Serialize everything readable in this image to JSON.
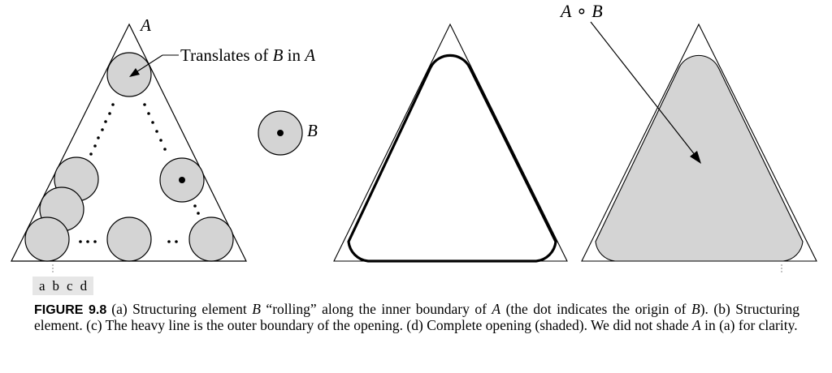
{
  "figure": {
    "label_A": "A",
    "label_B": "B",
    "label_translates_prefix": "Translates of ",
    "label_translates_B": "B",
    "label_translates_mid": " in ",
    "label_translates_A": "A",
    "label_opening_A": "A",
    "label_opening_op": " ∘ ",
    "label_opening_B": "B",
    "panel_labels": [
      "a",
      "b",
      "c",
      "d"
    ]
  },
  "caption": {
    "figure_number": "FIGURE 9.8",
    "parts": [
      "(a) Structuring element ",
      "B",
      " “rolling” along the inner boundary of ",
      "A",
      " (the dot indicates the origin of ",
      "B",
      "). (b) Structuring element. (c) The heavy line is the outer boundary of the opening. (d) Complete opening (shaded). We did not shade ",
      "A",
      " in (a) for clarity."
    ]
  },
  "colors": {
    "disk_fill": "#d4d4d4",
    "shade_fill": "#d4d4d4",
    "stroke": "#000000"
  }
}
